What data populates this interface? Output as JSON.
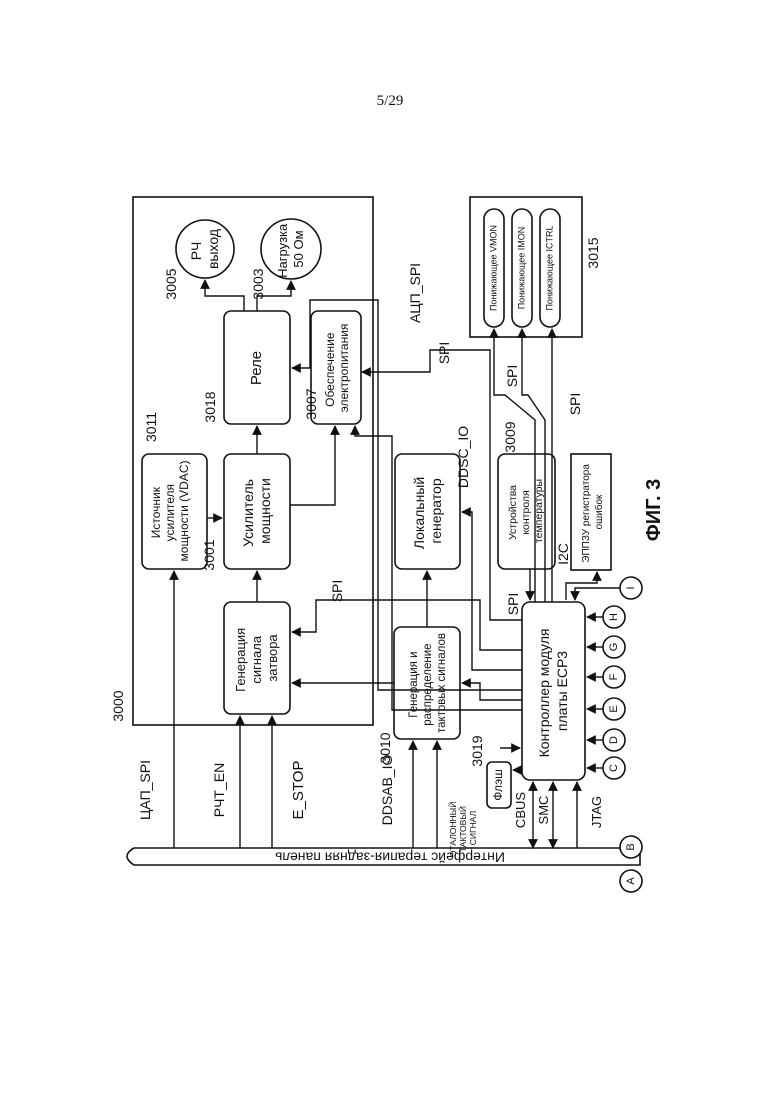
{
  "page_number": "5/29",
  "figure_caption": "ФИГ. 3",
  "refs": {
    "r3000": "3000",
    "r3001": "3001",
    "r3003": "3003",
    "r3005": "3005",
    "r3007": "3007",
    "r3009": "3009",
    "r3010": "3010",
    "r3011": "3011",
    "r3015": "3015",
    "r3018": "3018",
    "r3019": "3019"
  },
  "blocks": {
    "vdac": [
      "Источник",
      "усилителя",
      "мощности (VDAC)"
    ],
    "amplifier": [
      "Усилитель",
      "мощности"
    ],
    "gate": [
      "Генерация",
      "сигнала",
      "затвора"
    ],
    "relay": "Реле",
    "power": [
      "Обеспечение",
      "электропитания"
    ],
    "rf_out": [
      "РЧ",
      "выход"
    ],
    "load": [
      "Нагрузка",
      "50 Ом"
    ],
    "local_gen": [
      "Локальный",
      "генератор"
    ],
    "clock": [
      "Генерация и",
      "распределение",
      "тактовых сигналов"
    ],
    "temp": [
      "Устройства",
      "контроля",
      "температуры"
    ],
    "eeprom": [
      "ЭППЗУ регистратора",
      "ошибок"
    ],
    "controller": [
      "Контроллер модуля",
      "платы ECP3"
    ],
    "flash": "Флэш",
    "backplane": "Интерфейс терапия-задняя панель",
    "vmon": "Понижающее VMON",
    "imon": "Понижающее IMON",
    "ictrl": "Понижающее ICTRL"
  },
  "signals": {
    "dac_spi": "ЦАП_SPI",
    "rf_en": "РЧТ_EN",
    "e_stop": "E_STOP",
    "ddsab_io": "DDSAB_IO",
    "ref_clock": [
      "ЭТАЛОННЫЙ",
      "ТАКТОВЫЙ",
      "СИГНАЛ"
    ],
    "cbus": "CBUS",
    "smc": "SMC",
    "jtag": "JTAG",
    "ddsc_io": "DDSC_IO",
    "adc_spi": "АЦП_SPI",
    "spi": "SPI",
    "i2c": "I2C"
  },
  "connectors_bottom": [
    "A",
    "B"
  ],
  "connectors_controller": [
    "C",
    "D",
    "E",
    "F",
    "G",
    "H",
    "I"
  ]
}
